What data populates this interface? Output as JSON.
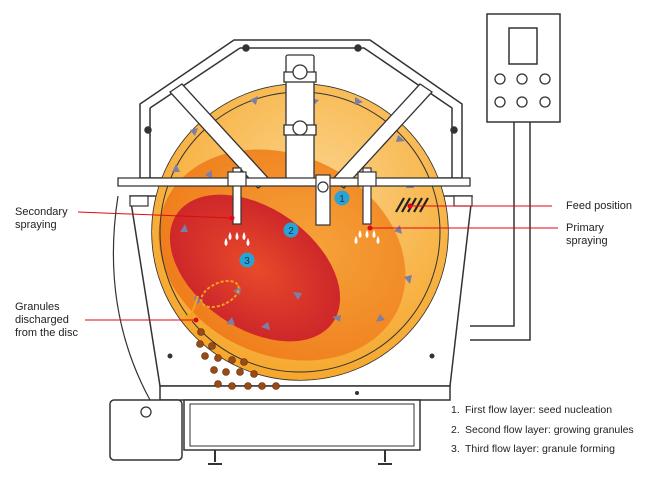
{
  "labels": {
    "secondary_spraying_l1": "Secondary",
    "secondary_spraying_l2": "spraying",
    "feed_position": "Feed position",
    "primary_spraying_l1": "Primary",
    "primary_spraying_l2": "spraying",
    "granules_l1": "Granules",
    "granules_l2": "discharged",
    "granules_l3": "from the disc"
  },
  "flow_markers": [
    "1",
    "2",
    "3"
  ],
  "legend": [
    {
      "num": "1.",
      "text": "First flow layer: seed nucleation"
    },
    {
      "num": "2.",
      "text": "Second flow layer: growing granules"
    },
    {
      "num": "3.",
      "text": "Third flow layer: granule forming"
    }
  ],
  "colors": {
    "outline": "#333333",
    "accent_line": "#e30613",
    "marker": "#29a3d6",
    "arrow": "#7b7fa6"
  }
}
